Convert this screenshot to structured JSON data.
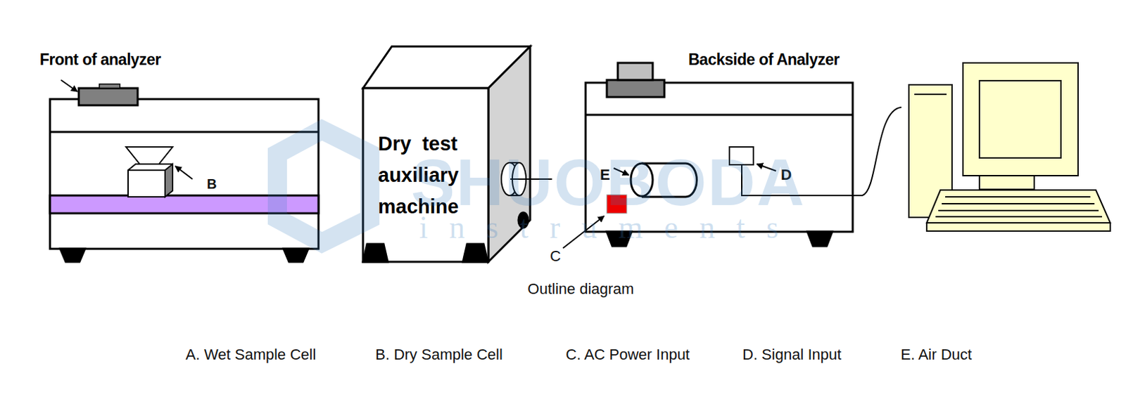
{
  "diagram": {
    "caption": "Outline diagram",
    "nodes": [
      {
        "text": [
          "Front of analyzer"
        ]
      },
      {
        "text": [
          "Dry test auxiliary machine"
        ]
      },
      {
        "text": [
          "Backside of Analyzer"
        ]
      }
    ],
    "labels": [
      "B",
      "E",
      "D",
      "C",
      "SHUOBODA",
      "instruments",
      "A. Wet Sample Cell",
      "B. Dry Sample Cell",
      "C. AC Power Input",
      "D. Signal Input",
      "E. Air Duct"
    ]
  }
}
